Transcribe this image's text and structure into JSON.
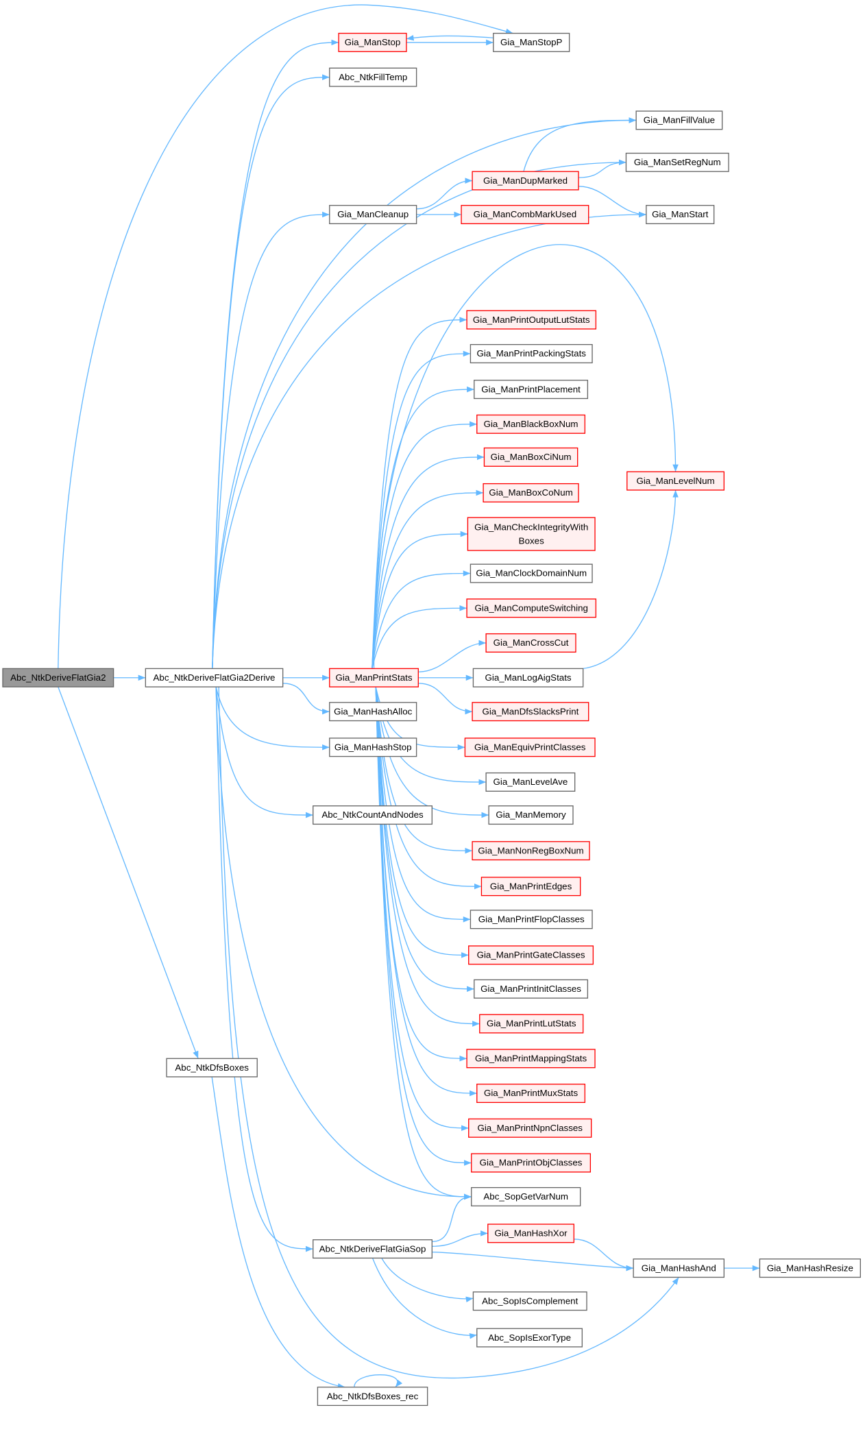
{
  "graph": {
    "title": "Call graph of Abc_NtkDeriveFlatGia2",
    "colors": {
      "edge": "#63b8ff",
      "red_border": "#ff0000",
      "red_fill": "#fff0f0",
      "root_fill": "#999999",
      "border": "#666666"
    },
    "nodes": [
      {
        "id": "n1",
        "label": "Abc_NtkDeriveFlatGia2",
        "style": "root"
      },
      {
        "id": "n2",
        "label": "Abc_NtkDeriveFlatGia2Derive",
        "style": "normal"
      },
      {
        "id": "n3",
        "label": "Gia_ManPrintStats",
        "style": "red"
      },
      {
        "id": "n4",
        "label": "Gia_ManStop",
        "style": "red"
      },
      {
        "id": "n5",
        "label": "Gia_ManStopP",
        "style": "normal"
      },
      {
        "id": "n6",
        "label": "Abc_NtkFillTemp",
        "style": "normal"
      },
      {
        "id": "n7",
        "label": "Gia_ManFillValue",
        "style": "normal"
      },
      {
        "id": "n8",
        "label": "Gia_ManSetRegNum",
        "style": "normal"
      },
      {
        "id": "n9",
        "label": "Gia_ManDupMarked",
        "style": "red"
      },
      {
        "id": "n10",
        "label": "Gia_ManCleanup",
        "style": "normal"
      },
      {
        "id": "n11",
        "label": "Gia_ManCombMarkUsed",
        "style": "red"
      },
      {
        "id": "n12",
        "label": "Gia_ManStart",
        "style": "normal"
      },
      {
        "id": "n13",
        "label": "Gia_ManPrintOutputLutStats",
        "style": "red"
      },
      {
        "id": "n14",
        "label": "Gia_ManPrintPackingStats",
        "style": "normal"
      },
      {
        "id": "n15",
        "label": "Gia_ManPrintPlacement",
        "style": "normal"
      },
      {
        "id": "n16",
        "label": "Gia_ManBlackBoxNum",
        "style": "red"
      },
      {
        "id": "n17",
        "label": "Gia_ManBoxCiNum",
        "style": "red"
      },
      {
        "id": "n18",
        "label": "Gia_ManBoxCoNum",
        "style": "red"
      },
      {
        "id": "n19",
        "label": "Gia_ManCheckIntegrityWith",
        "label2": "Boxes",
        "style": "red"
      },
      {
        "id": "n20",
        "label": "Gia_ManClockDomainNum",
        "style": "normal"
      },
      {
        "id": "n21",
        "label": "Gia_ManComputeSwitching",
        "style": "red"
      },
      {
        "id": "n22",
        "label": "Gia_ManCrossCut",
        "style": "red"
      },
      {
        "id": "n23",
        "label": "Gia_ManLogAigStats",
        "style": "normal"
      },
      {
        "id": "n24",
        "label": "Gia_ManDfsSlacksPrint",
        "style": "red"
      },
      {
        "id": "n25",
        "label": "Gia_ManEquivPrintClasses",
        "style": "red"
      },
      {
        "id": "n26",
        "label": "Gia_ManLevelAve",
        "style": "normal"
      },
      {
        "id": "n27",
        "label": "Gia_ManMemory",
        "style": "normal"
      },
      {
        "id": "n28",
        "label": "Gia_ManNonRegBoxNum",
        "style": "red"
      },
      {
        "id": "n29",
        "label": "Gia_ManPrintEdges",
        "style": "red"
      },
      {
        "id": "n30",
        "label": "Gia_ManPrintFlopClasses",
        "style": "normal"
      },
      {
        "id": "n31",
        "label": "Gia_ManPrintGateClasses",
        "style": "red"
      },
      {
        "id": "n32",
        "label": "Gia_ManPrintInitClasses",
        "style": "normal"
      },
      {
        "id": "n33",
        "label": "Gia_ManPrintLutStats",
        "style": "red"
      },
      {
        "id": "n34",
        "label": "Gia_ManPrintMappingStats",
        "style": "red"
      },
      {
        "id": "n35",
        "label": "Gia_ManPrintMuxStats",
        "style": "red"
      },
      {
        "id": "n36",
        "label": "Gia_ManPrintNpnClasses",
        "style": "red"
      },
      {
        "id": "n37",
        "label": "Gia_ManPrintObjClasses",
        "style": "red"
      },
      {
        "id": "n38",
        "label": "Abc_SopGetVarNum",
        "style": "normal"
      },
      {
        "id": "n39",
        "label": "Gia_ManHashXor",
        "style": "red"
      },
      {
        "id": "n40",
        "label": "Gia_ManHashAnd",
        "style": "normal"
      },
      {
        "id": "n41",
        "label": "Gia_ManHashResize",
        "style": "normal"
      },
      {
        "id": "n42",
        "label": "Abc_SopIsComplement",
        "style": "normal"
      },
      {
        "id": "n43",
        "label": "Abc_SopIsExorType",
        "style": "normal"
      },
      {
        "id": "n44",
        "label": "Gia_ManLevelNum",
        "style": "red"
      },
      {
        "id": "n45",
        "label": "Gia_ManHashAlloc",
        "style": "normal"
      },
      {
        "id": "n46",
        "label": "Gia_ManHashStop",
        "style": "normal"
      },
      {
        "id": "n47",
        "label": "Abc_NtkCountAndNodes",
        "style": "normal"
      },
      {
        "id": "n48",
        "label": "Abc_NtkDfsBoxes",
        "style": "normal"
      },
      {
        "id": "n49",
        "label": "Abc_NtkDeriveFlatGiaSop",
        "style": "normal"
      },
      {
        "id": "n50",
        "label": "Abc_NtkDfsBoxes_rec",
        "style": "normal"
      }
    ],
    "edges": [
      [
        "n1",
        "n2"
      ],
      [
        "n1",
        "n5"
      ],
      [
        "n1",
        "n48"
      ],
      [
        "n2",
        "n4"
      ],
      [
        "n2",
        "n6"
      ],
      [
        "n2",
        "n7"
      ],
      [
        "n2",
        "n8"
      ],
      [
        "n2",
        "n10"
      ],
      [
        "n2",
        "n12"
      ],
      [
        "n2",
        "n3"
      ],
      [
        "n2",
        "n45"
      ],
      [
        "n2",
        "n46"
      ],
      [
        "n2",
        "n47"
      ],
      [
        "n2",
        "n38"
      ],
      [
        "n2",
        "n49"
      ],
      [
        "n2",
        "n40"
      ],
      [
        "n4",
        "n5"
      ],
      [
        "n5",
        "n4"
      ],
      [
        "n10",
        "n9"
      ],
      [
        "n10",
        "n11"
      ],
      [
        "n9",
        "n7"
      ],
      [
        "n9",
        "n8"
      ],
      [
        "n9",
        "n12"
      ],
      [
        "n3",
        "n13"
      ],
      [
        "n3",
        "n14"
      ],
      [
        "n3",
        "n15"
      ],
      [
        "n3",
        "n16"
      ],
      [
        "n3",
        "n17"
      ],
      [
        "n3",
        "n18"
      ],
      [
        "n3",
        "n19"
      ],
      [
        "n3",
        "n20"
      ],
      [
        "n3",
        "n21"
      ],
      [
        "n3",
        "n22"
      ],
      [
        "n3",
        "n23"
      ],
      [
        "n3",
        "n24"
      ],
      [
        "n3",
        "n25"
      ],
      [
        "n3",
        "n26"
      ],
      [
        "n3",
        "n27"
      ],
      [
        "n3",
        "n28"
      ],
      [
        "n3",
        "n29"
      ],
      [
        "n3",
        "n30"
      ],
      [
        "n3",
        "n31"
      ],
      [
        "n3",
        "n32"
      ],
      [
        "n3",
        "n33"
      ],
      [
        "n3",
        "n34"
      ],
      [
        "n3",
        "n35"
      ],
      [
        "n3",
        "n36"
      ],
      [
        "n3",
        "n37"
      ],
      [
        "n3",
        "n44"
      ],
      [
        "n3",
        "n38"
      ],
      [
        "n23",
        "n44"
      ],
      [
        "n49",
        "n38"
      ],
      [
        "n49",
        "n39"
      ],
      [
        "n49",
        "n40"
      ],
      [
        "n49",
        "n42"
      ],
      [
        "n49",
        "n43"
      ],
      [
        "n39",
        "n40"
      ],
      [
        "n40",
        "n41"
      ],
      [
        "n48",
        "n50"
      ],
      [
        "n50",
        "n50"
      ]
    ]
  }
}
